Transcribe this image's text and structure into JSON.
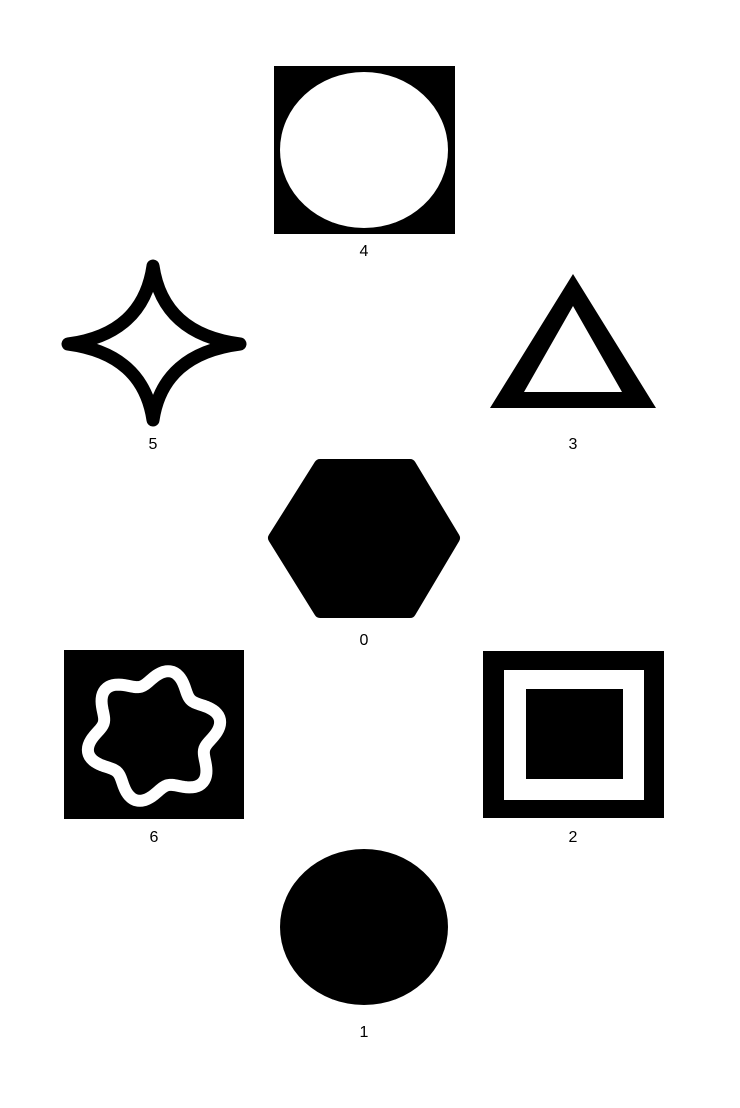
{
  "colors": {
    "background": "#ffffff",
    "ink": "#000000"
  },
  "figures": [
    {
      "label": "4",
      "shape": "white circle inside black square"
    },
    {
      "label": "5",
      "shape": "four-pointed star outline"
    },
    {
      "label": "3",
      "shape": "triangle outline"
    },
    {
      "label": "0",
      "shape": "filled black hexagon"
    },
    {
      "label": "6",
      "shape": "white wavy ring inside black square"
    },
    {
      "label": "2",
      "shape": "square with white frame and black inner square"
    },
    {
      "label": "1",
      "shape": "filled black circle"
    }
  ]
}
